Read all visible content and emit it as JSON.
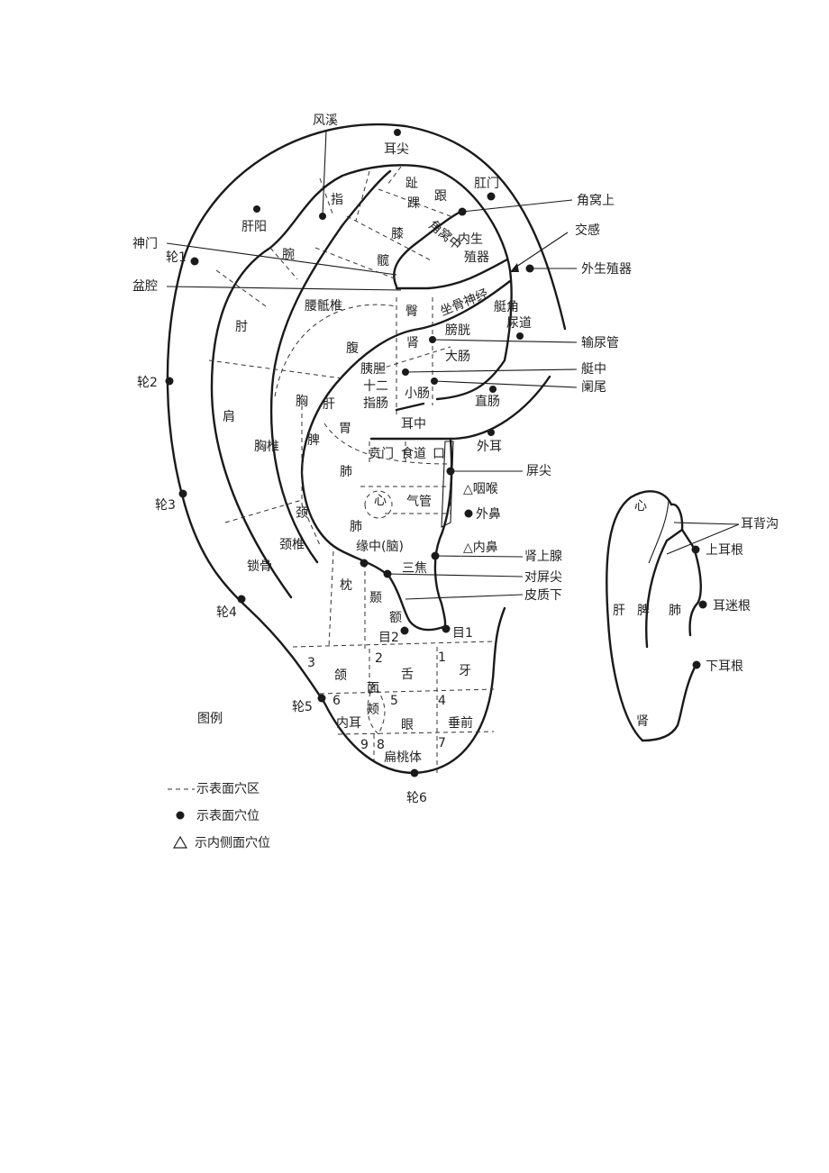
{
  "diagram": {
    "main_labels": {
      "fengxi": "风溪",
      "erjian": "耳尖",
      "ganyang": "肝阳",
      "zhi": "指",
      "zhi_toe": "趾",
      "gen": "跟",
      "huai": "踝",
      "xi": "膝",
      "kuan": "髋",
      "wan": "腕",
      "gangmen": "肛门",
      "jiaowoshang": "角窝上",
      "jiaogan": "交感",
      "waishengzhiqi": "外生殖器",
      "shenmen": "神门",
      "lun1": "轮1",
      "penqiang": "盆腔",
      "jiaowozhong": "角窝中",
      "neishengzhiqi_1": "内生",
      "neishengzhiqi_2": "殖器",
      "zuogushenjing": "坐骨神经",
      "yaodizhui": "腰骶椎",
      "tun": "臀",
      "tingjiao": "艇角",
      "niaodao": "尿道",
      "zhou": "肘",
      "pangguang": "膀胱",
      "shen": "肾",
      "shuniaoguan": "输尿管",
      "fu": "腹",
      "yidan": "胰胆",
      "dachang": "大肠",
      "tingzhong": "艇中",
      "lanwei": "阑尾",
      "lun2": "轮2",
      "shier": "十二",
      "zhichang": "指肠",
      "xiaochang": "小肠",
      "zhichang_rectum": "直肠",
      "jian": "肩",
      "xiong": "胸",
      "gan": "肝",
      "wei": "胃",
      "erzhong": "耳中",
      "pi": "脾",
      "waier": "外耳",
      "xiongzhui": "胸椎",
      "benmen": "贲门",
      "shidao": "食道",
      "kou": "口",
      "pingjian": "屏尖",
      "fei_1": "肺",
      "yanhou": "△咽喉",
      "xin": "心",
      "qiguan": "气管",
      "waibi": "外鼻",
      "lun3": "轮3",
      "jing": "颈",
      "fei_2": "肺",
      "jingzhui": "颈椎",
      "yuanzhong": "缘中(脑)",
      "neibi": "△内鼻",
      "shenshangxian": "肾上腺",
      "sanjiao": "三焦",
      "suogu": "锁骨",
      "duipingjian": "对屏尖",
      "zhen": "枕",
      "nie": "颞",
      "pizhixia": "皮质下",
      "lun4": "轮4",
      "e": "额",
      "mu2": "目2",
      "mu1": "目1",
      "lun5": "轮5",
      "lun6": "轮6"
    },
    "lobe": {
      "n3": "3",
      "n2": "2",
      "n1": "1",
      "he": "颌",
      "mian": "面",
      "jia": "颊",
      "she": "舌",
      "ya": "牙",
      "n6": "6",
      "n5": "5",
      "n4": "4",
      "neier": "内耳",
      "yan": "眼",
      "chuiqian": "垂前",
      "n9": "9",
      "n8": "8",
      "n7": "7",
      "biantaoti": "扁桃体"
    },
    "back_view": {
      "xin": "心",
      "erbeigou": "耳背沟",
      "shangergen": "上耳根",
      "gan": "肝",
      "pi": "脾",
      "fei": "肺",
      "ermigen": "耳迷根",
      "xiaergen": "下耳根",
      "shen": "肾"
    },
    "legend": {
      "title": "图例",
      "dashed": "示表面穴区",
      "dot": "示表面穴位",
      "triangle": "示内侧面穴位"
    }
  }
}
